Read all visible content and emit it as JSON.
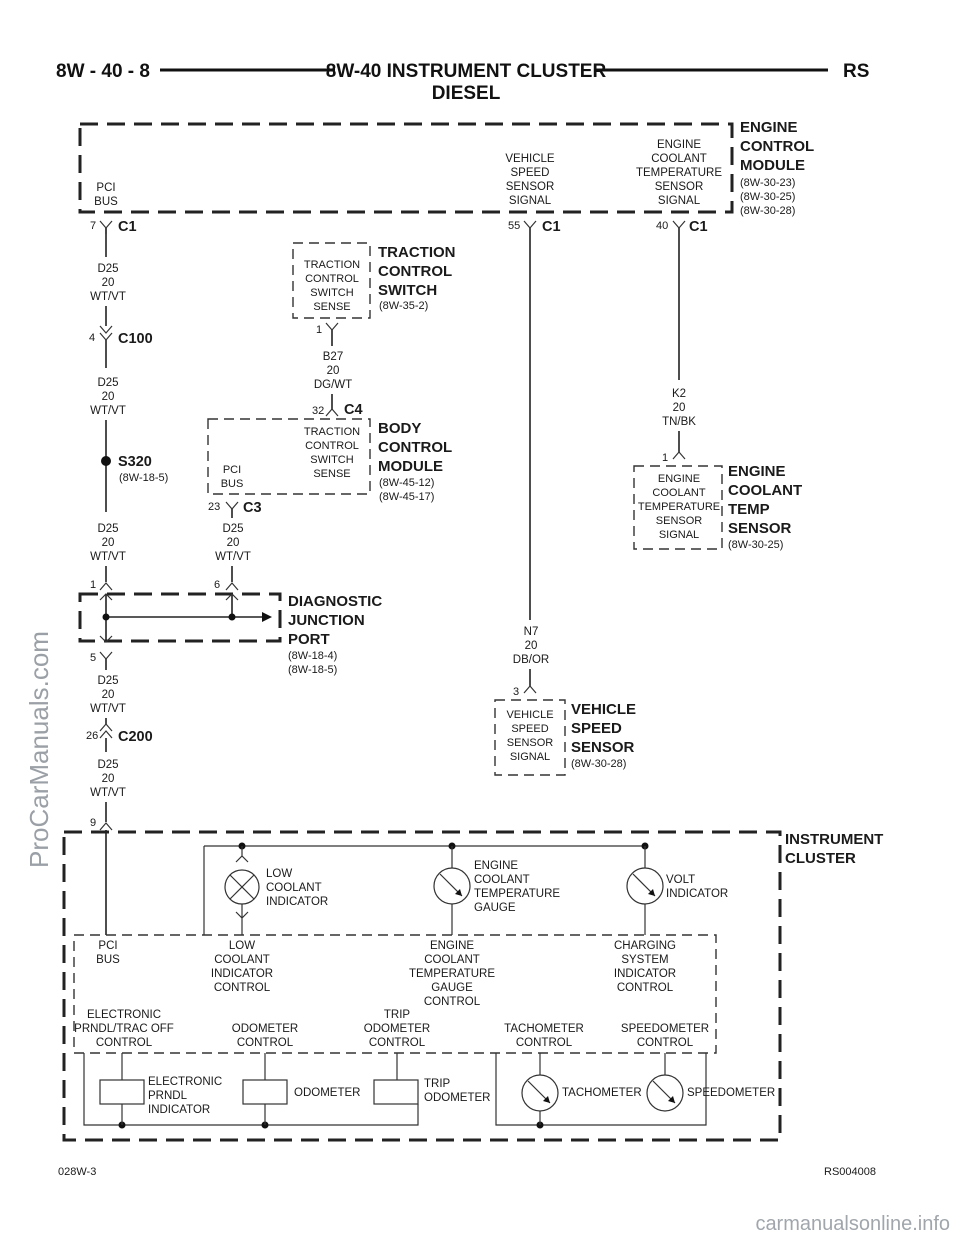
{
  "header": {
    "left": "8W - 40 - 8",
    "title": "8W-40 INSTRUMENT CLUSTER",
    "subtitle": "DIESEL",
    "right": "RS"
  },
  "ecm": {
    "name": [
      "ENGINE",
      "CONTROL",
      "MODULE"
    ],
    "refs": [
      "(8W-30-23)",
      "(8W-30-25)",
      "(8W-30-28)"
    ],
    "pci_label": [
      "PCI",
      "BUS"
    ],
    "vss_label": [
      "VEHICLE",
      "SPEED",
      "SENSOR",
      "SIGNAL"
    ],
    "ect_label": [
      "ENGINE",
      "COOLANT",
      "TEMPERATURE",
      "SENSOR",
      "SIGNAL"
    ],
    "pin_pci": "7",
    "pin_vss": "55",
    "pin_ect": "40",
    "connector": "C1"
  },
  "wires": {
    "d25": [
      "D25",
      "20",
      "WT/VT"
    ],
    "b27": [
      "B27",
      "20",
      "DG/WT"
    ],
    "k2": [
      "K2",
      "20",
      "TN/BK"
    ],
    "n7": [
      "N7",
      "20",
      "DB/OR"
    ]
  },
  "c100": {
    "name": "C100",
    "pin": "4"
  },
  "s320": {
    "name": "S320",
    "ref": "(8W-18-5)"
  },
  "c200": {
    "name": "C200",
    "pin": "26"
  },
  "tcs": {
    "name": [
      "TRACTION",
      "CONTROL",
      "SWITCH"
    ],
    "ref": "(8W-35-2)",
    "inner": [
      "TRACTION",
      "CONTROL",
      "SWITCH",
      "SENSE"
    ],
    "pin": "1"
  },
  "bcm": {
    "name": [
      "BODY",
      "CONTROL",
      "MODULE"
    ],
    "refs": [
      "(8W-45-12)",
      "(8W-45-17)"
    ],
    "inner": [
      "TRACTION",
      "CONTROL",
      "SWITCH",
      "SENSE"
    ],
    "pci": [
      "PCI",
      "BUS"
    ],
    "pin_c4": "32",
    "c4": "C4",
    "pin_c3": "23",
    "c3": "C3"
  },
  "ects": {
    "name": [
      "ENGINE",
      "COOLANT",
      "TEMP",
      "SENSOR"
    ],
    "ref": "(8W-30-25)",
    "inner": [
      "ENGINE",
      "COOLANT",
      "TEMPERATURE",
      "SENSOR",
      "SIGNAL"
    ],
    "pin": "1"
  },
  "djp": {
    "name": [
      "DIAGNOSTIC",
      "JUNCTION",
      "PORT"
    ],
    "refs": [
      "(8W-18-4)",
      "(8W-18-5)"
    ],
    "pin1": "1",
    "pin6": "6",
    "pin5": "5"
  },
  "vss": {
    "name": [
      "VEHICLE",
      "SPEED",
      "SENSOR"
    ],
    "ref": "(8W-30-28)",
    "inner": [
      "VEHICLE",
      "SPEED",
      "SENSOR",
      "SIGNAL"
    ],
    "pin": "3"
  },
  "cluster": {
    "name": [
      "INSTRUMENT",
      "CLUSTER"
    ],
    "pin": "9",
    "low_coolant_indicator": [
      "LOW",
      "COOLANT",
      "INDICATOR"
    ],
    "ect_gauge": [
      "ENGINE",
      "COOLANT",
      "TEMPERATURE",
      "GAUGE"
    ],
    "volt_indicator": [
      "VOLT",
      "INDICATOR"
    ],
    "pci_bus": [
      "PCI",
      "BUS"
    ],
    "low_coolant_control": [
      "LOW",
      "COOLANT",
      "INDICATOR",
      "CONTROL"
    ],
    "ect_gauge_control": [
      "ENGINE",
      "COOLANT",
      "TEMPERATURE",
      "GAUGE",
      "CONTROL"
    ],
    "charging_control": [
      "CHARGING",
      "SYSTEM",
      "INDICATOR",
      "CONTROL"
    ],
    "prndl_control": [
      "ELECTRONIC",
      "PRNDL/TRAC OFF",
      "CONTROL"
    ],
    "odometer_control": [
      "ODOMETER",
      "CONTROL"
    ],
    "trip_control": [
      "TRIP",
      "ODOMETER",
      "CONTROL"
    ],
    "tach_control": [
      "TACHOMETER",
      "CONTROL"
    ],
    "speedo_control": [
      "SPEEDOMETER",
      "CONTROL"
    ],
    "prndl_indicator": [
      "ELECTRONIC",
      "PRNDL",
      "INDICATOR"
    ],
    "odometer": "ODOMETER",
    "trip_odometer": [
      "TRIP",
      "ODOMETER"
    ],
    "tachometer": "TACHOMETER",
    "speedometer": "SPEEDOMETER"
  },
  "footer": {
    "left": "028W-3",
    "right": "RS004008"
  },
  "watermarks": {
    "side": "ProCarManuals.com",
    "bottom": "carmanualsonline.info"
  }
}
